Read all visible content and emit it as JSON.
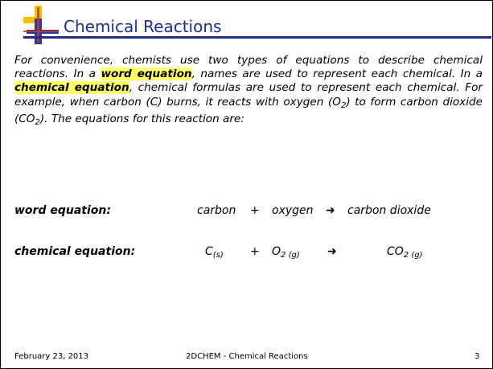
{
  "title": "Chemical Reactions",
  "paragraph": {
    "p1": "For convenience, chemists use two types of equations to describe chemical reactions.  In a ",
    "word_equation_term": "word equation",
    "p2": ", names are used to represent each chemical.  In a ",
    "chemical_equation_term": "chemical equation",
    "p3": ", chemical formulas are used to represent each chemical.  For example, when carbon (C) burns, it reacts with oxygen (O",
    "o2_sub": "2",
    "p4": ") to form carbon dioxide (CO",
    "co2_sub": "2",
    "p5": ").  The equations for this reaction are:"
  },
  "word_equation": {
    "label": "word equation:",
    "reactant1": "carbon",
    "plus": "+",
    "reactant2": "oxygen",
    "arrow": "➜",
    "product": "carbon dioxide"
  },
  "chemical_equation": {
    "label": "chemical equation:",
    "reactant1": "C",
    "reactant1_state": "(s)",
    "plus": "+",
    "reactant2": "O",
    "reactant2_sub": "2 (g)",
    "arrow": "➜",
    "product": "CO",
    "product_sub": "2 (g)"
  },
  "footer": {
    "date": "February 23, 2013",
    "course": "2DCHEM - Chemical Reactions",
    "page": "3"
  },
  "colors": {
    "title": "#1f2d8f",
    "highlight": "#ffff66",
    "logo_blue": "#2b3a9c",
    "logo_yellow": "#f2c400"
  }
}
